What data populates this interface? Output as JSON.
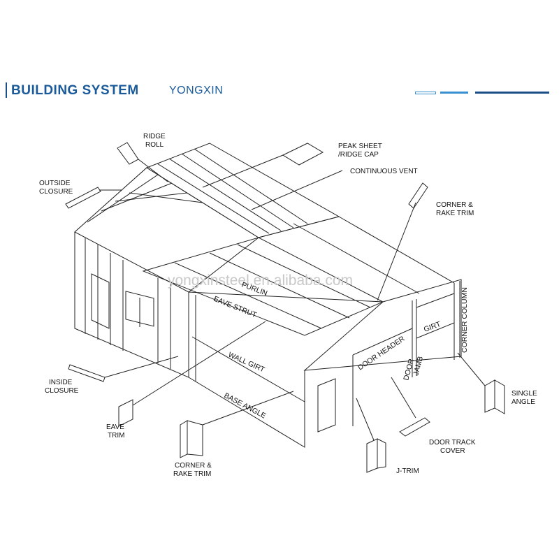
{
  "header": {
    "title": "BUILDING SYSTEM",
    "subtitle": "YONGXIN",
    "accent_color": "#1a5a9a",
    "line_color": "#3a8fd0"
  },
  "watermark": "yongxinsteel.en.alibaba.com",
  "callouts": {
    "ridge_roll": [
      "RIDGE",
      "ROLL"
    ],
    "outside_closure": [
      "OUTSIDE",
      "CLOSURE"
    ],
    "peak_sheet": [
      "PEAK SHEET",
      "/RIDGE CAP"
    ],
    "continuous_vent": "CONTINUOUS VENT",
    "corner_rake_trim_top": [
      "CORNER &",
      "RAKE TRIM"
    ],
    "inside_closure": [
      "INSIDE",
      "CLOSURE"
    ],
    "eave_trim": [
      "EAVE",
      "TRIM"
    ],
    "corner_rake_trim_bottom": [
      "CORNER &",
      "RAKE TRIM"
    ],
    "j_trim": "J-TRIM",
    "door_track_cover": [
      "DOOR TRACK",
      "COVER"
    ],
    "single_angle": [
      "SINGLE",
      "ANGLE"
    ]
  },
  "structure_labels": {
    "purlin": "PURLIN",
    "eave_strut": "EAVE STRUT",
    "wall_girt": "WALL GIRT",
    "base_angle": "BASE ANGLE",
    "door_header": "DOOR HEADER",
    "door_jamb": [
      "DOOR",
      "JAMB"
    ],
    "girt": "GIRT",
    "corner_column": "CORNER COLUMN"
  }
}
